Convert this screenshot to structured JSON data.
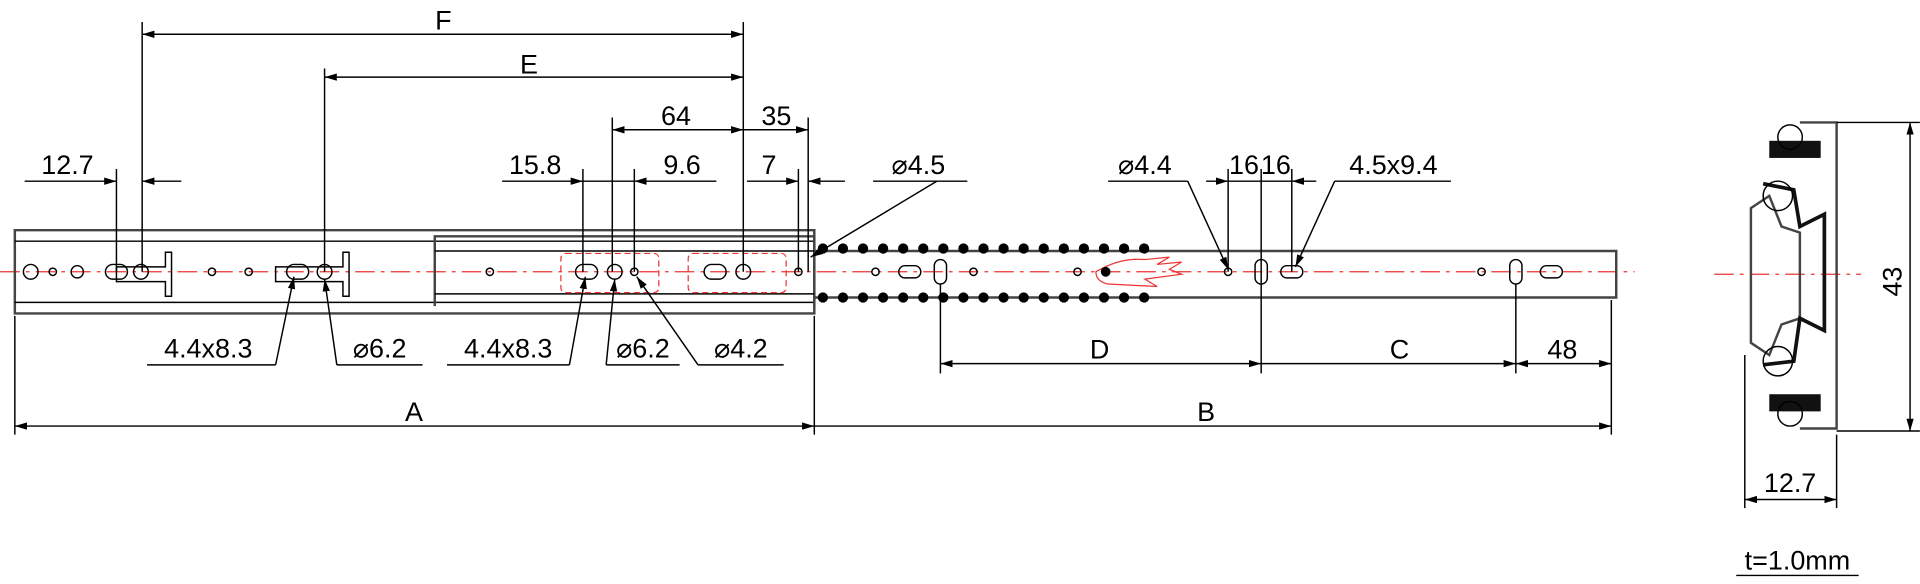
{
  "dimensions": {
    "F": "F",
    "E": "E",
    "d64": "64",
    "d35": "35",
    "d12_7_top": "12.7",
    "d15_8": "15.8",
    "d9_6": "9.6",
    "d7": "7",
    "hole_4_5": "⌀4.5",
    "hole_4_4": "⌀4.4",
    "d16a": "16",
    "d16b": "16",
    "slot_4_5x9_4": "4.5x9.4",
    "slot_4_4x8_3_left": "4.4x8.3",
    "hole_6_2_left": "⌀6.2",
    "slot_4_4x8_3_mid": "4.4x8.3",
    "hole_6_2_mid": "⌀6.2",
    "hole_4_2": "⌀4.2",
    "A": "A",
    "B": "B",
    "D": "D",
    "C": "C",
    "d48": "48",
    "height_43": "43",
    "width_12_7": "12.7"
  },
  "note": "t=1.0mm",
  "colors": {
    "line": "#000000",
    "centerline": "#ee3333"
  }
}
